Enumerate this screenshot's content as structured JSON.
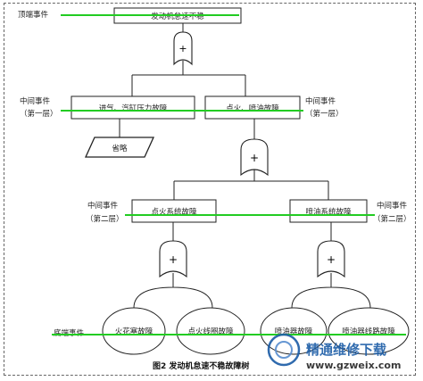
{
  "top_event": {
    "side_label": "顶端事件",
    "title": "发动机怠速不稳"
  },
  "level1": {
    "side_label_left_line1": "中间事件",
    "side_label_left_line2": "（第一层）",
    "side_label_right_line1": "中间事件",
    "side_label_right_line2": "（第一层）",
    "left_box": "进气、汽缸压力故障",
    "right_box": "点火、喷油故障",
    "omitted": "省略"
  },
  "level2": {
    "side_label_left_line1": "中间事件",
    "side_label_left_line2": "（第二层）",
    "side_label_right_line1": "中间事件",
    "side_label_right_line2": "（第二层）",
    "left_box": "点火系统故障",
    "right_box": "喷油系统故障"
  },
  "bottom": {
    "side_label": "底端事件",
    "events": [
      "火花塞故障",
      "点火线圈故障",
      "喷油器故障",
      "喷油器线路故障"
    ]
  },
  "gate_symbol": "+",
  "caption": "图2 发动机怠速不稳故障树",
  "watermark": {
    "site_name": "精通维修下载",
    "url": "www.gzweix.com"
  },
  "colors": {
    "line": "#222222",
    "highlight": "#22cc22",
    "watermark": "#1f5fa8"
  }
}
